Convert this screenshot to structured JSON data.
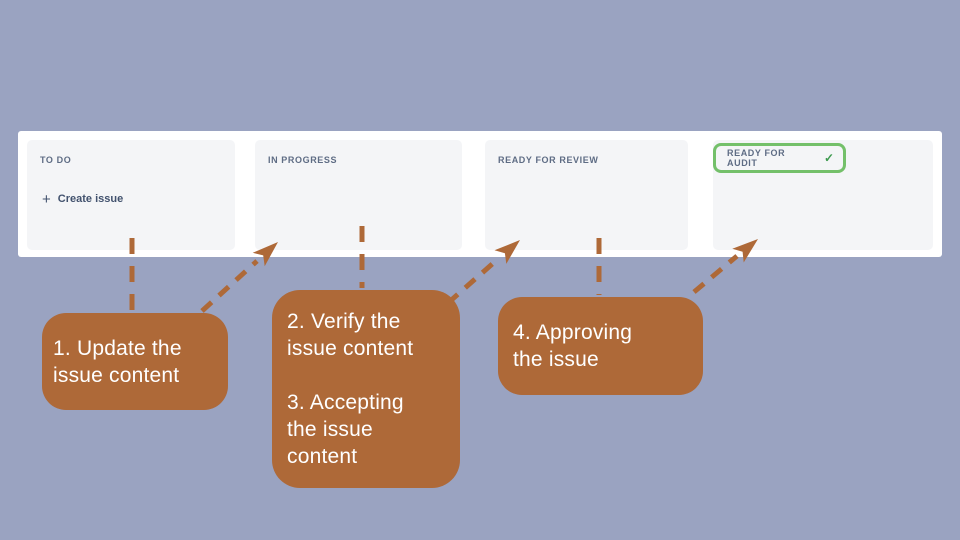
{
  "colors": {
    "bg": "#9aa3c1",
    "accent-brown": "#ae6938",
    "board-white": "#ffffff",
    "column-gray": "#f4f5f7",
    "header-text": "#5e6c84",
    "create-text": "#42526e",
    "done-green": "#74c06a",
    "check-green": "#3e9b4f"
  },
  "board": {
    "columns": [
      {
        "label": "TO DO"
      },
      {
        "label": "IN PROGRESS"
      },
      {
        "label": "READY FOR REVIEW"
      },
      {
        "label": "READY FOR AUDIT",
        "status_icon": "check"
      }
    ],
    "create_button": {
      "icon": "+",
      "label": "Create issue"
    },
    "check_glyph": "✓"
  },
  "callouts": [
    {
      "lines": [
        "1. Update the",
        "issue content"
      ]
    },
    {
      "lines": [
        "2. Verify the",
        "issue content",
        "",
        "3. Accepting",
        "the issue",
        "content"
      ]
    },
    {
      "lines": [
        "4. Approving",
        "the issue"
      ]
    }
  ]
}
